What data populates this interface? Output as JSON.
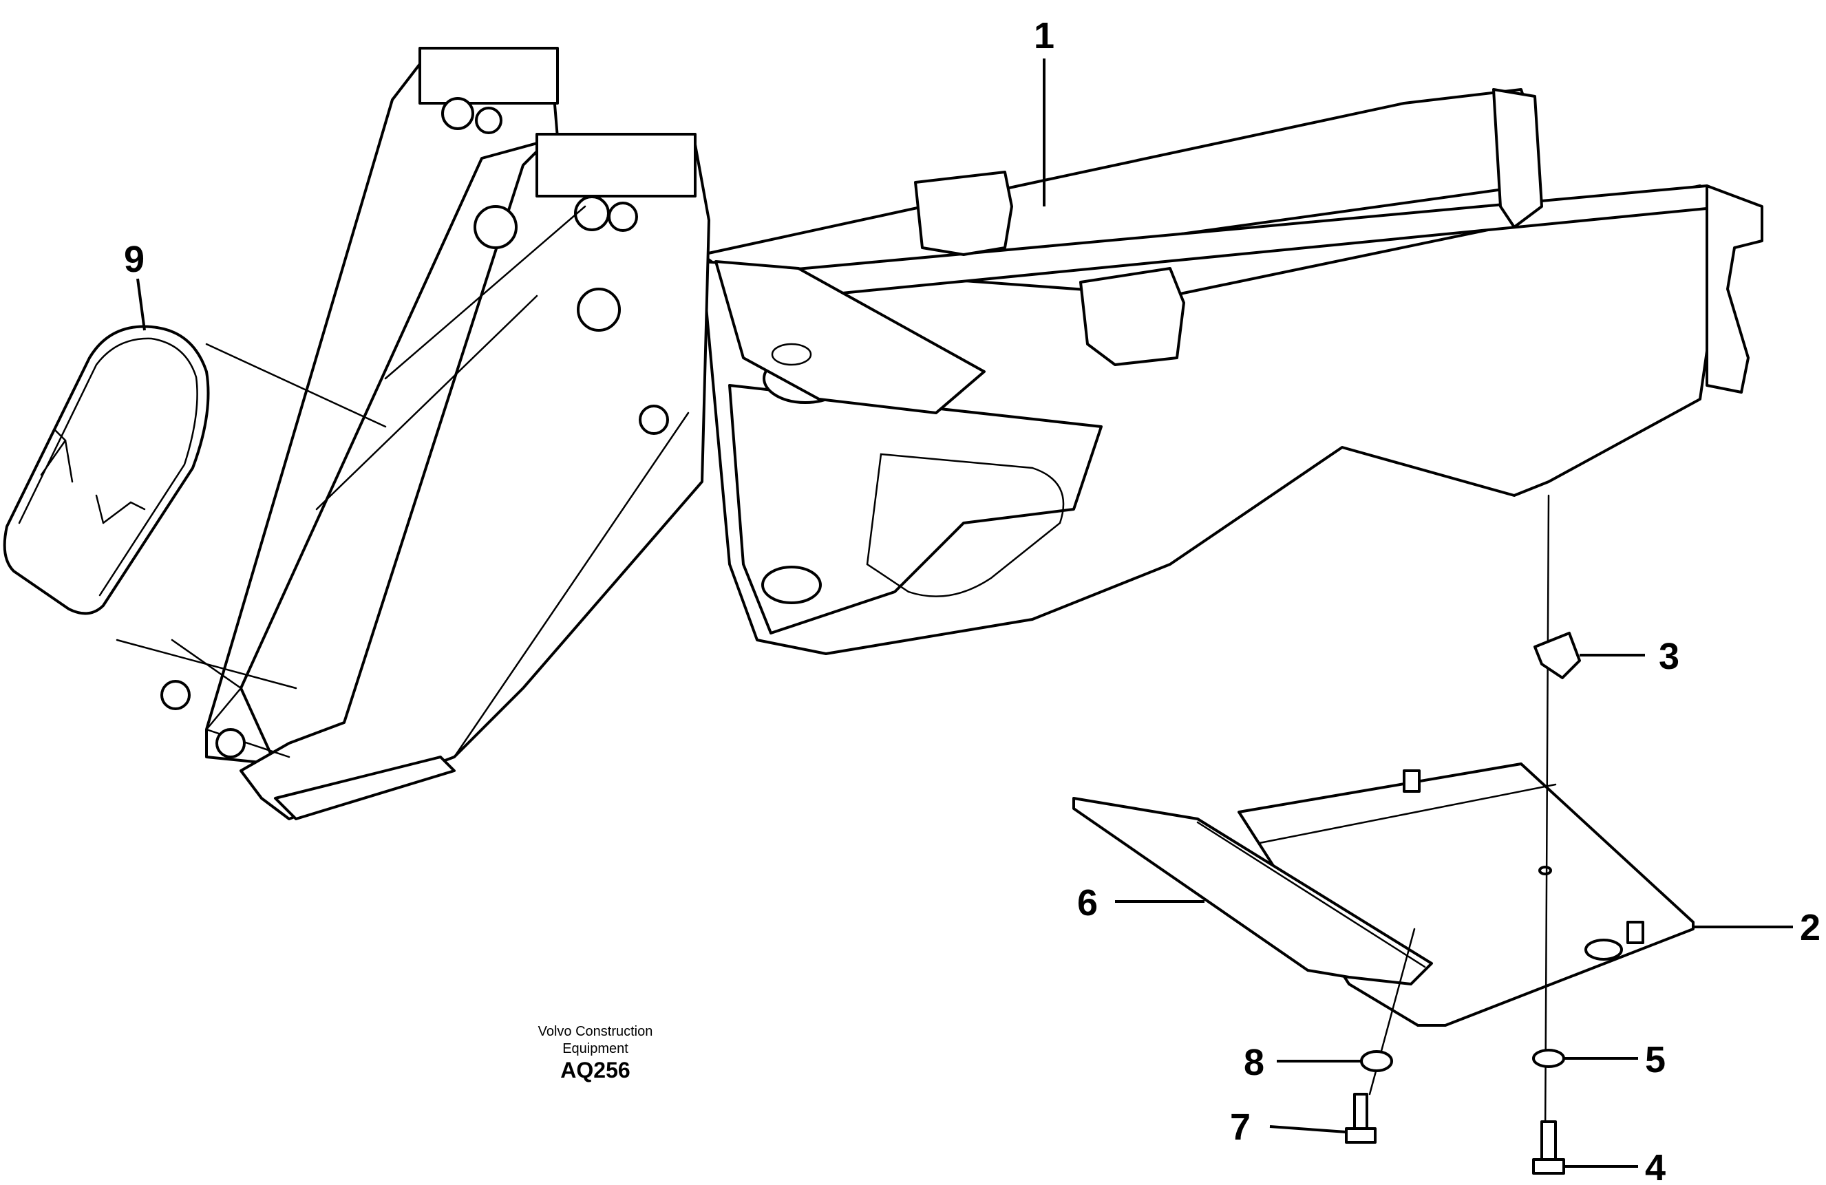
{
  "callouts": {
    "c1": "1",
    "c2": "2",
    "c3": "3",
    "c4": "4",
    "c5": "5",
    "c6": "6",
    "c7": "7",
    "c8": "8",
    "c9": "9"
  },
  "caption": {
    "line1": "Volvo Construction",
    "line2": "Equipment",
    "code": "AQ256"
  }
}
